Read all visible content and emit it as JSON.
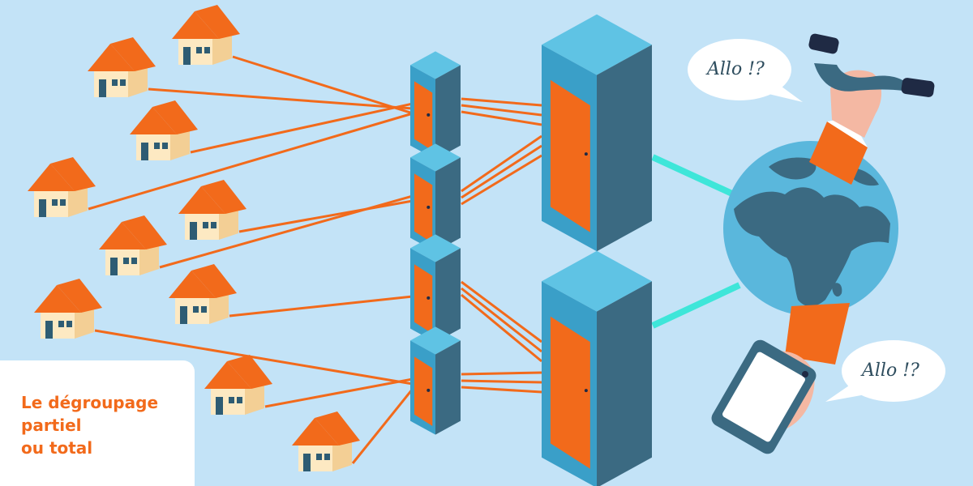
{
  "caption": "Le dégroupage\npartiel\nou total",
  "bubbles": {
    "top": "Allo !?",
    "bottom": "Allo !?"
  },
  "colors": {
    "background": "#c3e3f7",
    "wire": "#f26a1b",
    "fiber": "#3ee6d9",
    "roof": "#f26a1b",
    "house_wall": "#fde9c2",
    "house_side": "#f3cf95",
    "server_top": "#5fc3e4",
    "server_front": "#3a9fc8",
    "server_side": "#3b6a82",
    "door": "#f26a1b",
    "globe_ocean": "#5ab7dc",
    "globe_land": "#3b6a82",
    "caption_text": "#f26a1b"
  }
}
